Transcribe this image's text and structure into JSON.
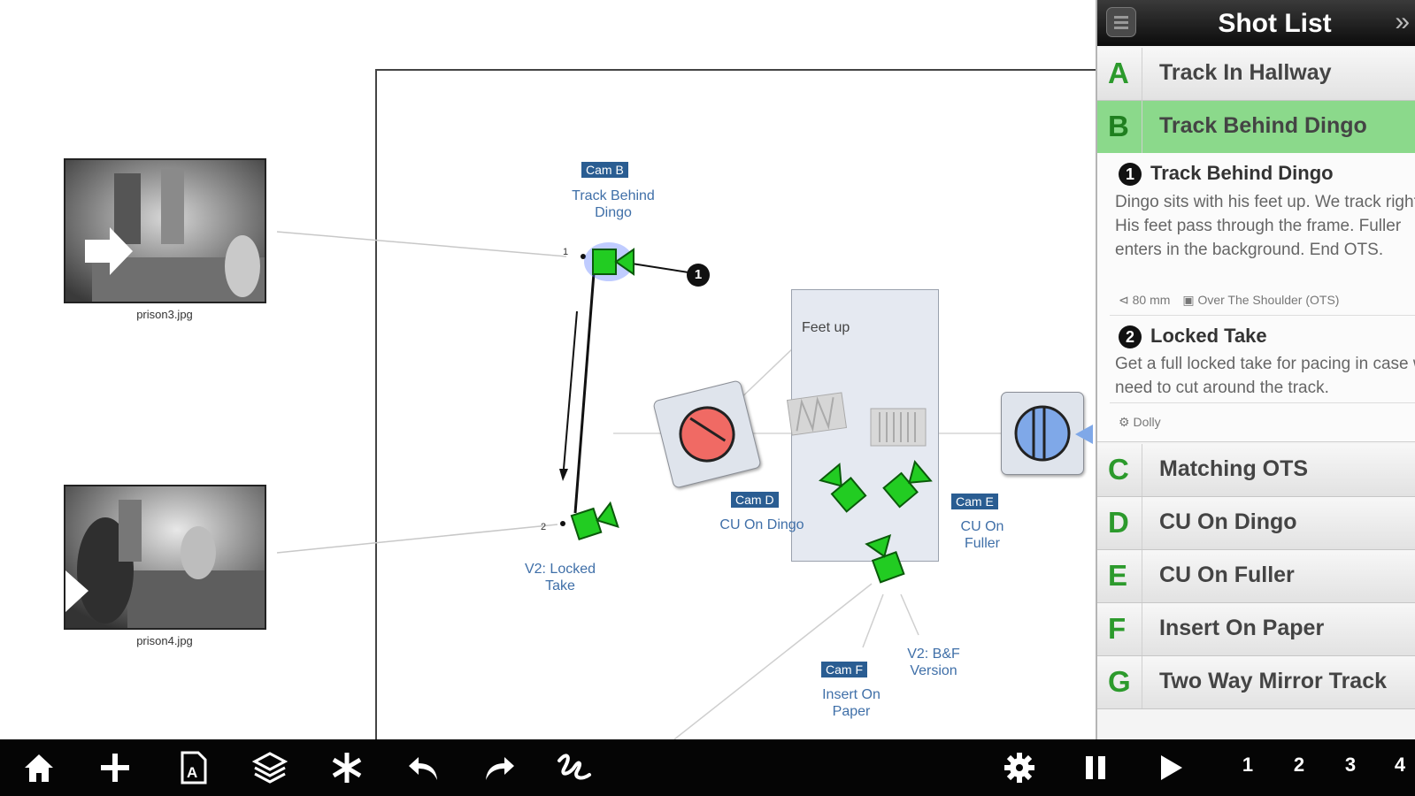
{
  "canvas": {
    "photos": [
      {
        "filename": "prison3.jpg"
      },
      {
        "filename": "prison4.jpg"
      }
    ],
    "set": {
      "label": "Feet up"
    },
    "cameras": [
      {
        "tag": "Cam B",
        "label": "Track Behind Dingo"
      },
      {
        "tag": "",
        "label": "V2: Locked Take"
      },
      {
        "tag": "Cam D",
        "label": "CU On Dingo"
      },
      {
        "tag": "Cam E",
        "label": "CU On Fuller"
      },
      {
        "tag": "Cam F",
        "label": "Insert On Paper"
      },
      {
        "tag": "",
        "label": "V2: B&F Version"
      }
    ],
    "path_points": [
      "1",
      "2"
    ],
    "shot_marker": "1",
    "accent_colors": {
      "camera": "#22cc22",
      "actor_dingo": "#f06a64",
      "actor_fuller": "#7fa8e8",
      "tag_bg": "#2a5d92"
    }
  },
  "shot_list": {
    "title": "Shot List",
    "collapse_icon": "double-chevron-right-icon",
    "shots": [
      {
        "letter": "A",
        "title": "Track In Hallway"
      },
      {
        "letter": "B",
        "title": "Track Behind Dingo",
        "selected": true
      },
      {
        "letter": "C",
        "title": "Matching OTS"
      },
      {
        "letter": "D",
        "title": "CU On Dingo"
      },
      {
        "letter": "E",
        "title": "CU On Fuller"
      },
      {
        "letter": "F",
        "title": "Insert On Paper"
      },
      {
        "letter": "G",
        "title": "Two Way Mirror Track"
      }
    ],
    "subshots": [
      {
        "number": "1",
        "title": "Track Behind Dingo",
        "description": "Dingo sits with his feet up. We track right. His feet pass through the frame. Fuller enters in the background. End OTS.",
        "lens": "80 mm",
        "framing": "Over The Shoulder (OTS)"
      },
      {
        "number": "2",
        "title": "Locked Take",
        "description": "Get a full locked take for pacing in case we need to cut around the track.",
        "movement": "Dolly"
      }
    ]
  },
  "toolbar": {
    "left_tools": [
      "home-icon",
      "add-icon",
      "text-icon",
      "layers-icon",
      "asterisk-icon",
      "undo-icon",
      "redo-icon",
      "draw-path-icon"
    ],
    "right_tools": [
      "settings-gear-icon",
      "pause-icon",
      "play-icon"
    ],
    "pages": [
      "1",
      "2",
      "3",
      "4"
    ]
  }
}
